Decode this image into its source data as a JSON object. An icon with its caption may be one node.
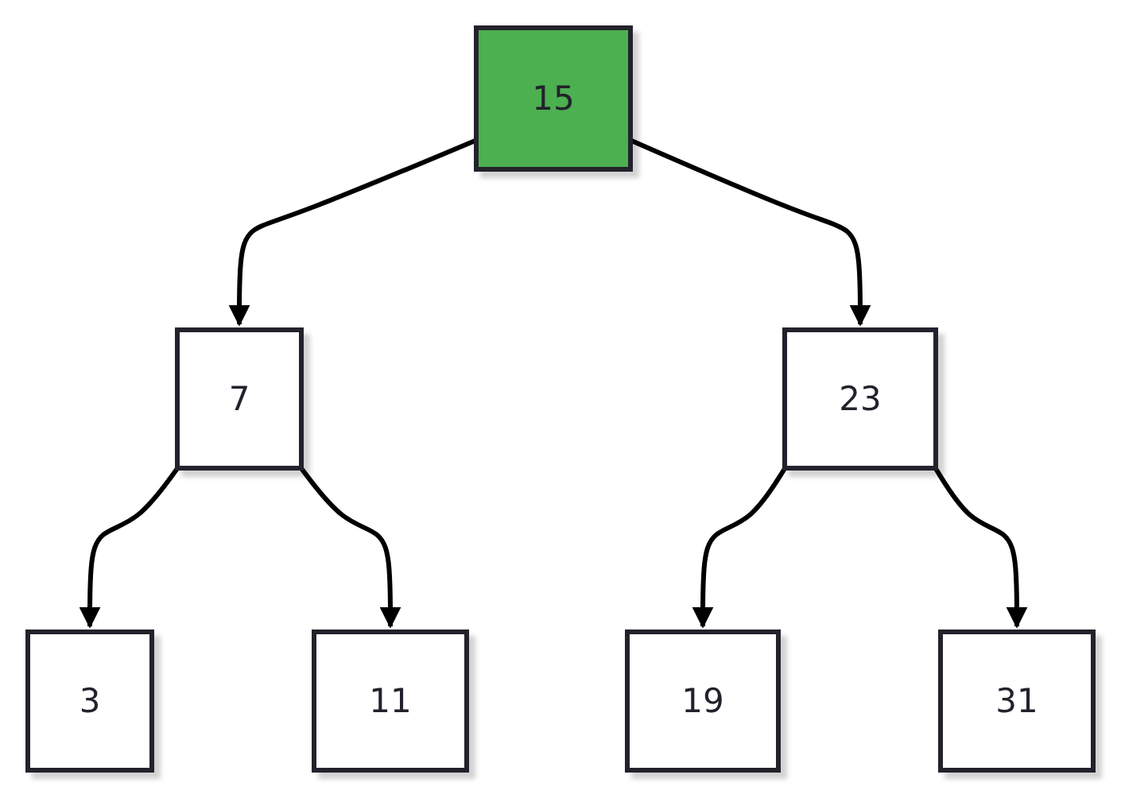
{
  "diagram": {
    "nodes": [
      {
        "text": [
          "15"
        ]
      },
      {
        "text": [
          "7"
        ]
      },
      {
        "text": [
          "23"
        ]
      },
      {
        "text": [
          "3"
        ]
      },
      {
        "text": [
          "11"
        ]
      },
      {
        "text": [
          "19"
        ]
      },
      {
        "text": [
          "31"
        ]
      }
    ],
    "edges": [
      {
        "from": 0,
        "to": 1,
        "arrow": "to"
      },
      {
        "from": 0,
        "to": 2,
        "arrow": "to"
      },
      {
        "from": 1,
        "to": 3,
        "arrow": "to"
      },
      {
        "from": 1,
        "to": 4,
        "arrow": "to"
      },
      {
        "from": 2,
        "to": 5,
        "arrow": "to"
      },
      {
        "from": 2,
        "to": 6,
        "arrow": "to"
      }
    ]
  }
}
